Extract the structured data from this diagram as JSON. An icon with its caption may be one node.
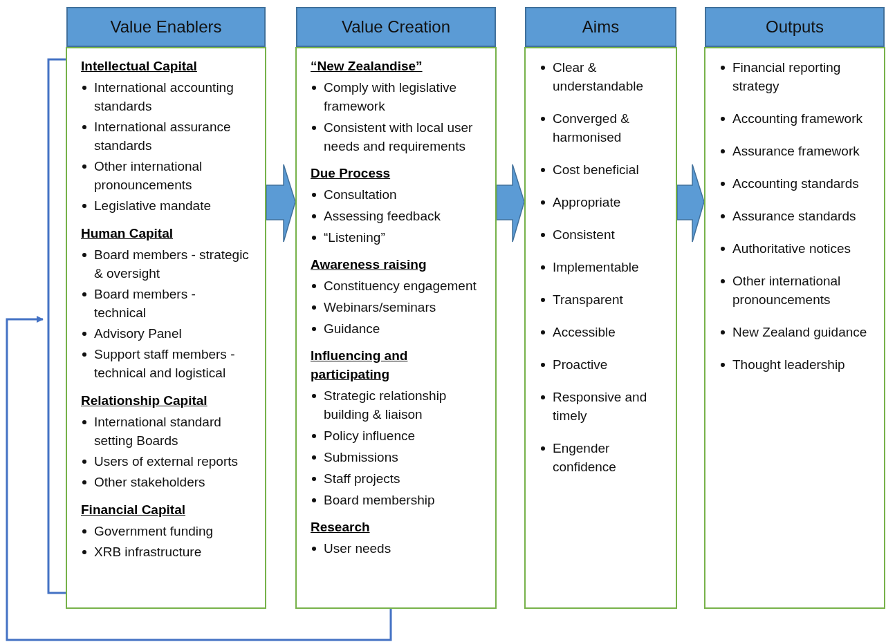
{
  "diagram": {
    "nodes": [
      {
        "text": [
          "Value Enablers",
          "Intellectual Capital",
          "International accounting standards",
          "International assurance standards",
          "Other international pronouncements",
          "Legislative mandate",
          "Human Capital",
          "Board members - strategic & oversight",
          "Board members - technical",
          "Advisory Panel",
          "Support staff members - technical and logistical",
          "Relationship Capital",
          "International standard setting Boards",
          "Users of external reports",
          "Other stakeholders",
          "Financial Capital",
          "Government funding",
          "XRB infrastructure"
        ]
      },
      {
        "text": [
          "Value Creation",
          "“New Zealandise”",
          "Comply with legislative framework",
          "Consistent with local user needs and requirements",
          "Due Process",
          "Consultation",
          "Assessing feedback",
          "“Listening”",
          "Awareness raising",
          "Constituency engagement",
          "Webinars/seminars",
          "Guidance",
          "Influencing and participating",
          "Strategic relationship building & liaison",
          "Policy influence",
          "Submissions",
          "Staff projects",
          "Board membership",
          "Research",
          "User needs"
        ]
      },
      {
        "text": [
          "Aims",
          "Clear & understandable",
          "Converged & harmonised",
          "Cost beneficial",
          "Appropriate",
          "Consistent",
          "Implementable",
          "Transparent",
          "Accessible",
          "Proactive",
          "Responsive and timely",
          "Engender confidence"
        ]
      },
      {
        "text": [
          "Outputs",
          "Financial reporting strategy",
          "Accounting framework",
          "Assurance framework",
          "Accounting standards",
          "Assurance standards",
          "Authoritative notices",
          "Other international pronouncements",
          "New Zealand guidance",
          "Thought leadership"
        ]
      }
    ],
    "edges": [
      {
        "from": 0,
        "to": 1,
        "arrow": "to"
      },
      {
        "from": 1,
        "to": 2,
        "arrow": "to"
      },
      {
        "from": 2,
        "to": 3,
        "arrow": "to"
      },
      {
        "from": 1,
        "to": 0,
        "arrow": "to"
      }
    ]
  }
}
